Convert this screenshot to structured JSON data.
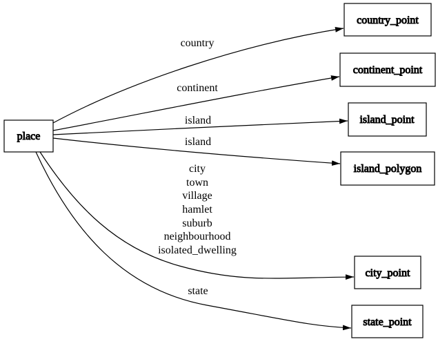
{
  "diagram": {
    "type": "directed-graph",
    "colors": {
      "background": "#ffffff",
      "node_border": "#000000",
      "edge": "#000000",
      "text": "#000000"
    },
    "nodes": {
      "source": {
        "label": "place"
      },
      "targets": [
        {
          "label": "country_point"
        },
        {
          "label": "continent_point"
        },
        {
          "label": "island_point"
        },
        {
          "label": "island_polygon"
        },
        {
          "label": "city_point"
        },
        {
          "label": "state_point"
        }
      ]
    },
    "edges": [
      {
        "from": "place",
        "to": "country_point",
        "label": "country"
      },
      {
        "from": "place",
        "to": "continent_point",
        "label": "continent"
      },
      {
        "from": "place",
        "to": "island_point",
        "label": "island"
      },
      {
        "from": "place",
        "to": "island_polygon",
        "label": "island"
      },
      {
        "from": "place",
        "to": "city_point",
        "label_lines": [
          "city",
          "town",
          "village",
          "hamlet",
          "suburb",
          "neighbourhood",
          "isolated_dwelling"
        ]
      },
      {
        "from": "place",
        "to": "state_point",
        "label": "state"
      }
    ]
  }
}
